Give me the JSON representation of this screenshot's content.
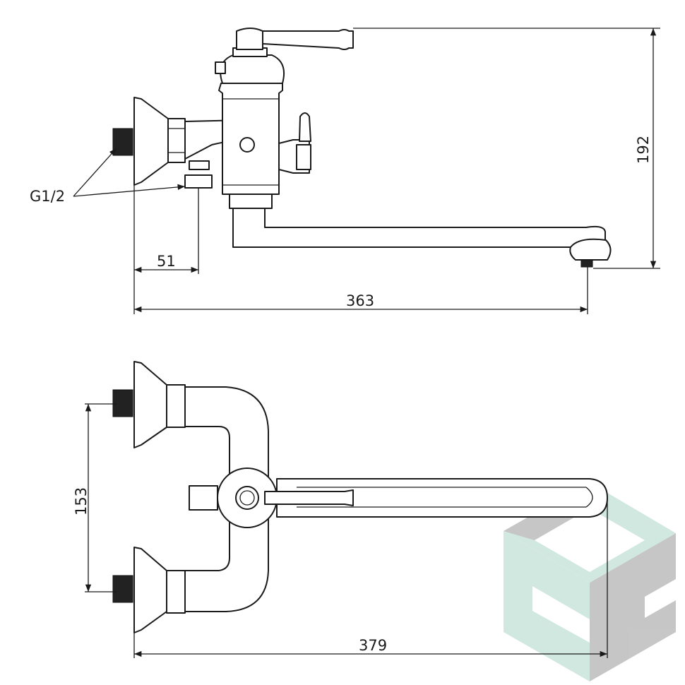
{
  "title": "Faucet dimension drawing",
  "side_view": {
    "thread_label": "G1/2",
    "dim_wall_to_outlet": "51",
    "dim_total_reach": "363",
    "dim_height": "192"
  },
  "top_view": {
    "dim_inlet_spacing": "153",
    "dim_spout_length": "379"
  },
  "watermark": {
    "colors": {
      "green": "#cfe7df",
      "grey": "#c4c4c4"
    }
  }
}
